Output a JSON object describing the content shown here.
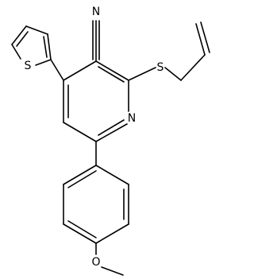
{
  "molecule": {
    "atoms": [
      {
        "id": "N_nitrile",
        "label": "N"
      },
      {
        "id": "S_thioether",
        "label": "S"
      },
      {
        "id": "S_thiophene",
        "label": "S"
      },
      {
        "id": "N_pyridine",
        "label": "N"
      },
      {
        "id": "O_methoxy",
        "label": "O"
      }
    ],
    "colors": {
      "bond": "#000000",
      "label": "#000000",
      "background": "#ffffff"
    }
  }
}
